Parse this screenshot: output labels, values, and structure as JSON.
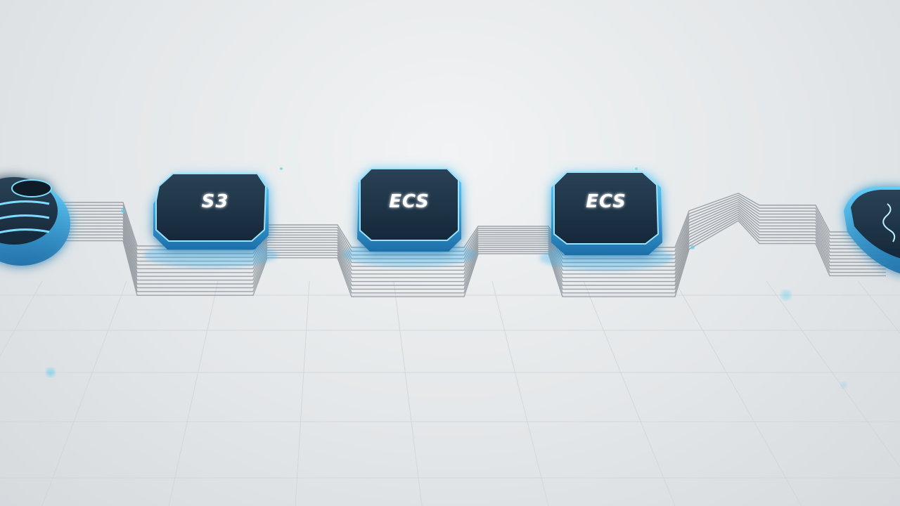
{
  "chips": [
    {
      "label": "S3"
    },
    {
      "label": "ECS"
    },
    {
      "label": "ECS"
    }
  ],
  "colors": {
    "background": "#e4e7e9",
    "chip_body": "#1e3446",
    "chip_glow": "#3fb4f0",
    "trace": "#8f969c",
    "grid": "#cfd4d8"
  }
}
